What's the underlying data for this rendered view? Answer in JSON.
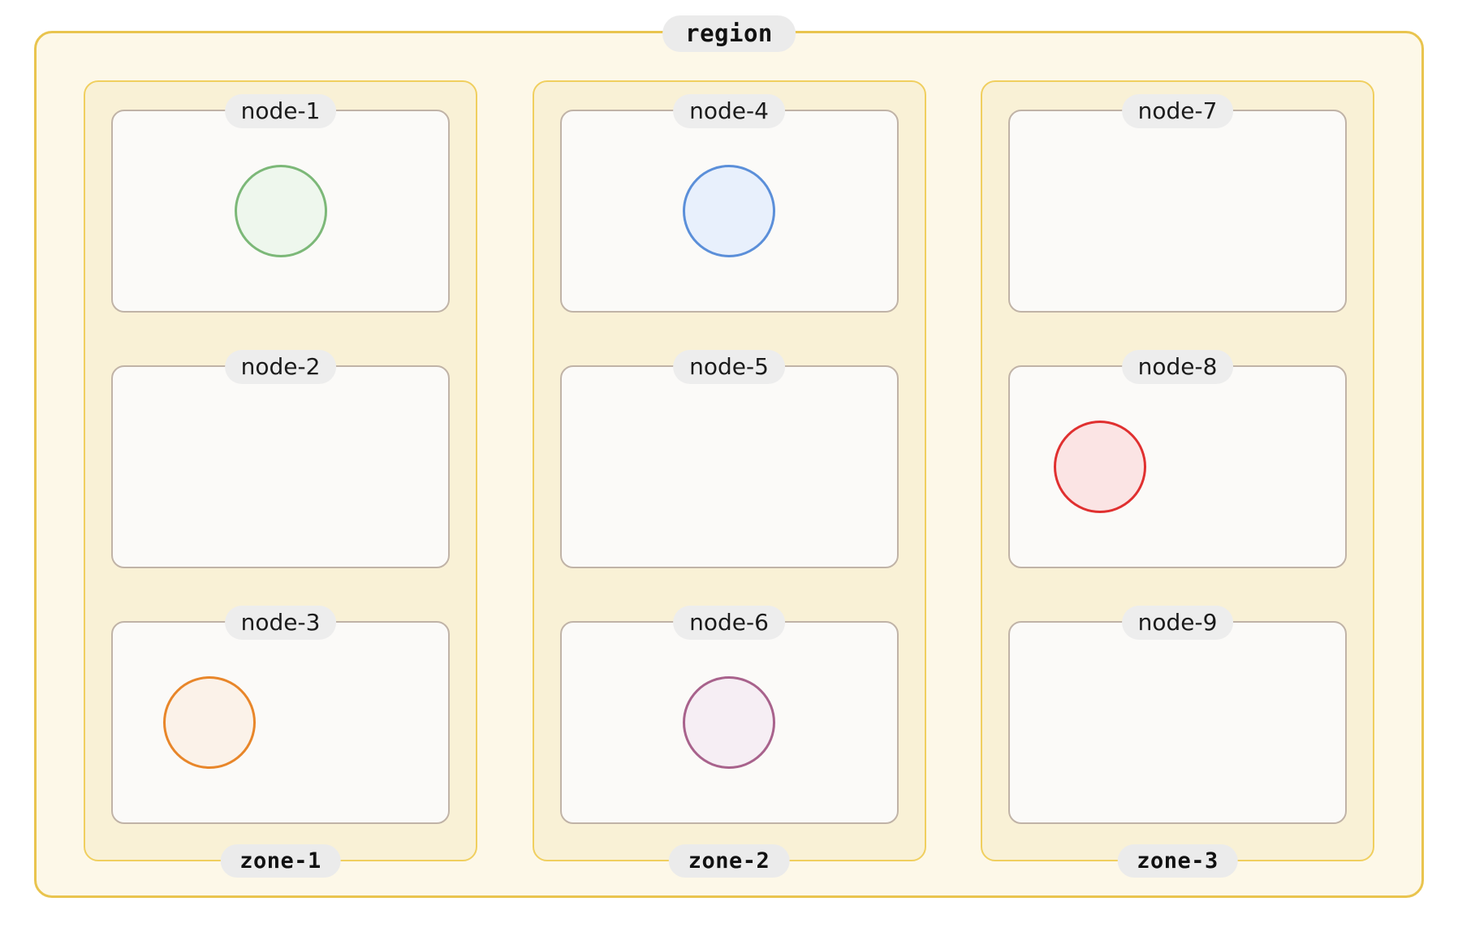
{
  "region": {
    "label": "region",
    "border_color": "#e9c44e",
    "fill_color": "#fdf8e8"
  },
  "zones": [
    {
      "label": "zone-1",
      "border_color": "#f0cf5f",
      "fill_color": "#f9f1d6",
      "nodes": [
        {
          "label": "node-1",
          "circle": {
            "present": true,
            "stroke": "#7cb878",
            "fill": "#eef7ed",
            "position": "center"
          }
        },
        {
          "label": "node-2",
          "circle": {
            "present": false,
            "stroke": "",
            "fill": "",
            "position": ""
          }
        },
        {
          "label": "node-3",
          "circle": {
            "present": true,
            "stroke": "#e8862a",
            "fill": "#fbf2e9",
            "position": "left"
          }
        }
      ]
    },
    {
      "label": "zone-2",
      "border_color": "#f0cf5f",
      "fill_color": "#f9f1d6",
      "nodes": [
        {
          "label": "node-4",
          "circle": {
            "present": true,
            "stroke": "#5b8fd9",
            "fill": "#e8f0fc",
            "position": "center"
          }
        },
        {
          "label": "node-5",
          "circle": {
            "present": false,
            "stroke": "",
            "fill": "",
            "position": ""
          }
        },
        {
          "label": "node-6",
          "circle": {
            "present": true,
            "stroke": "#a8628c",
            "fill": "#f6eef4",
            "position": "center"
          }
        }
      ]
    },
    {
      "label": "zone-3",
      "border_color": "#f0cf5f",
      "fill_color": "#f9f1d6",
      "nodes": [
        {
          "label": "node-7",
          "circle": {
            "present": false,
            "stroke": "",
            "fill": "",
            "position": ""
          }
        },
        {
          "label": "node-8",
          "circle": {
            "present": true,
            "stroke": "#e03030",
            "fill": "#fbe4e4",
            "position": "leftmid"
          }
        },
        {
          "label": "node-9",
          "circle": {
            "present": false,
            "stroke": "",
            "fill": "",
            "position": ""
          }
        }
      ]
    }
  ]
}
